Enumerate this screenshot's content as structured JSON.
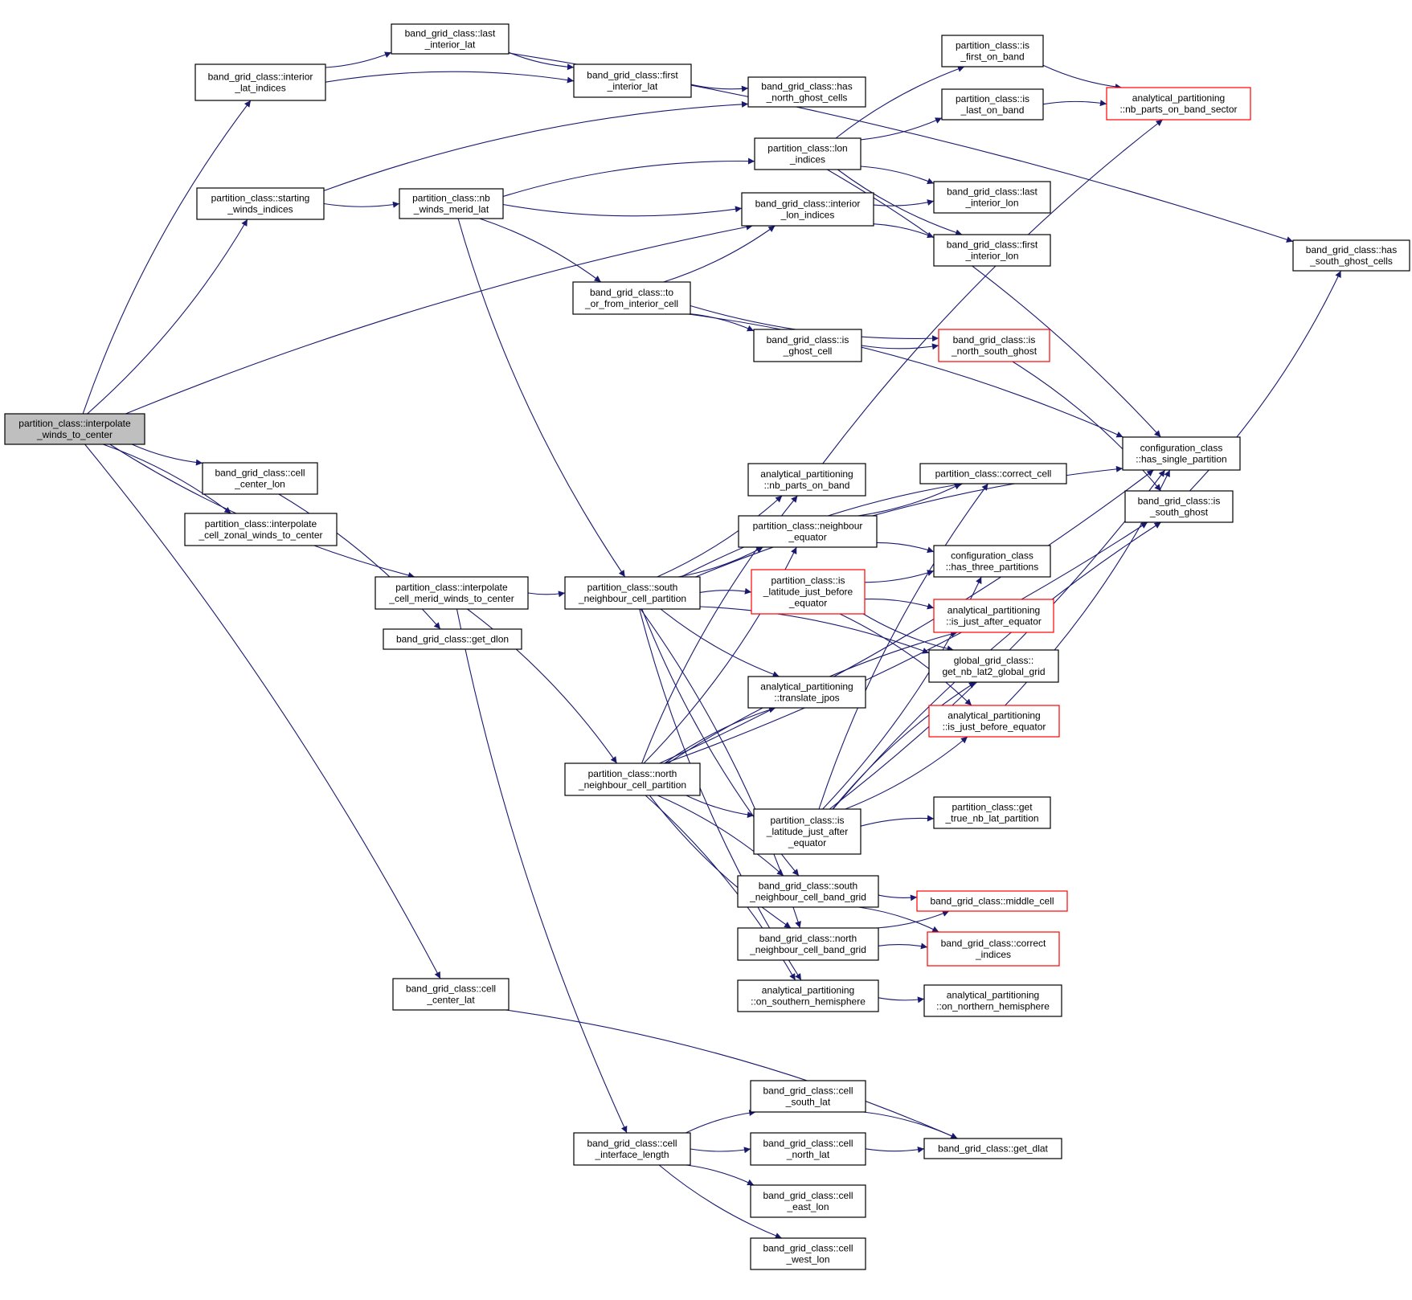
{
  "graph": {
    "root": "interpolate_winds_to_center",
    "nodes": [
      {
        "id": "interpolate_winds_to_center",
        "lines": [
          "partition_class::interpolate",
          "_winds_to_center"
        ],
        "style": "root"
      },
      {
        "id": "interior_lat_indices",
        "lines": [
          "band_grid_class::interior",
          "_lat_indices"
        ]
      },
      {
        "id": "last_interior_lat",
        "lines": [
          "band_grid_class::last",
          "_interior_lat"
        ]
      },
      {
        "id": "first_interior_lat",
        "lines": [
          "band_grid_class::first",
          "_interior_lat"
        ]
      },
      {
        "id": "has_north_ghost_cells",
        "lines": [
          "band_grid_class::has",
          "_north_ghost_cells"
        ]
      },
      {
        "id": "is_first_on_band",
        "lines": [
          "partition_class::is",
          "_first_on_band"
        ]
      },
      {
        "id": "is_last_on_band",
        "lines": [
          "partition_class::is",
          "_last_on_band"
        ]
      },
      {
        "id": "nb_parts_on_band_sector",
        "lines": [
          "analytical_partitioning",
          "::nb_parts_on_band_sector"
        ],
        "style": "truncated"
      },
      {
        "id": "starting_winds_indices",
        "lines": [
          "partition_class::starting",
          "_winds_indices"
        ]
      },
      {
        "id": "nb_winds_merid_lat",
        "lines": [
          "partition_class::nb",
          "_winds_merid_lat"
        ]
      },
      {
        "id": "lon_indices",
        "lines": [
          "partition_class::lon",
          "_indices"
        ]
      },
      {
        "id": "interior_lon_indices",
        "lines": [
          "band_grid_class::interior",
          "_lon_indices"
        ]
      },
      {
        "id": "last_interior_lon",
        "lines": [
          "band_grid_class::last",
          "_interior_lon"
        ]
      },
      {
        "id": "first_interior_lon",
        "lines": [
          "band_grid_class::first",
          "_interior_lon"
        ]
      },
      {
        "id": "has_south_ghost_cells",
        "lines": [
          "band_grid_class::has",
          "_south_ghost_cells"
        ]
      },
      {
        "id": "to_or_from_interior_cell",
        "lines": [
          "band_grid_class::to",
          "_or_from_interior_cell"
        ]
      },
      {
        "id": "is_ghost_cell",
        "lines": [
          "band_grid_class::is",
          "_ghost_cell"
        ]
      },
      {
        "id": "is_north_south_ghost",
        "lines": [
          "band_grid_class::is",
          "_north_south_ghost"
        ],
        "style": "truncated"
      },
      {
        "id": "has_single_partition",
        "lines": [
          "configuration_class",
          "::has_single_partition"
        ]
      },
      {
        "id": "is_south_ghost",
        "lines": [
          "band_grid_class::is",
          "_south_ghost"
        ]
      },
      {
        "id": "cell_center_lon",
        "lines": [
          "band_grid_class::cell",
          "_center_lon"
        ]
      },
      {
        "id": "interpolate_cell_zonal",
        "lines": [
          "partition_class::interpolate",
          "_cell_zonal_winds_to_center"
        ]
      },
      {
        "id": "nb_parts_on_band",
        "lines": [
          "analytical_partitioning",
          "::nb_parts_on_band"
        ]
      },
      {
        "id": "correct_cell",
        "lines": [
          "partition_class::correct_cell"
        ]
      },
      {
        "id": "neighbour_equator",
        "lines": [
          "partition_class::neighbour",
          "_equator"
        ]
      },
      {
        "id": "has_three_partitions",
        "lines": [
          "configuration_class",
          "::has_three_partitions"
        ]
      },
      {
        "id": "interpolate_cell_merid",
        "lines": [
          "partition_class::interpolate",
          "_cell_merid_winds_to_center"
        ]
      },
      {
        "id": "south_neighbour_cell_partition",
        "lines": [
          "partition_class::south",
          "_neighbour_cell_partition"
        ]
      },
      {
        "id": "is_latitude_just_before_equator",
        "lines": [
          "partition_class::is",
          "_latitude_just_before",
          "_equator"
        ],
        "style": "truncated"
      },
      {
        "id": "is_just_after_equator",
        "lines": [
          "analytical_partitioning",
          "::is_just_after_equator"
        ],
        "style": "truncated"
      },
      {
        "id": "get_dlon",
        "lines": [
          "band_grid_class::get_dlon"
        ]
      },
      {
        "id": "get_nb_lat2_global_grid",
        "lines": [
          "global_grid_class::",
          "get_nb_lat2_global_grid"
        ]
      },
      {
        "id": "translate_jpos",
        "lines": [
          "analytical_partitioning",
          "::translate_jpos"
        ]
      },
      {
        "id": "is_just_before_equator",
        "lines": [
          "analytical_partitioning",
          "::is_just_before_equator"
        ],
        "style": "truncated"
      },
      {
        "id": "north_neighbour_cell_partition",
        "lines": [
          "partition_class::north",
          "_neighbour_cell_partition"
        ]
      },
      {
        "id": "is_latitude_just_after_equator",
        "lines": [
          "partition_class::is",
          "_latitude_just_after",
          "_equator"
        ]
      },
      {
        "id": "get_true_nb_lat_partition",
        "lines": [
          "partition_class::get",
          "_true_nb_lat_partition"
        ]
      },
      {
        "id": "south_neighbour_cell_band_grid",
        "lines": [
          "band_grid_class::south",
          "_neighbour_cell_band_grid"
        ]
      },
      {
        "id": "middle_cell",
        "lines": [
          "band_grid_class::middle_cell"
        ],
        "style": "truncated"
      },
      {
        "id": "north_neighbour_cell_band_grid",
        "lines": [
          "band_grid_class::north",
          "_neighbour_cell_band_grid"
        ]
      },
      {
        "id": "correct_indices",
        "lines": [
          "band_grid_class::correct",
          "_indices"
        ],
        "style": "truncated"
      },
      {
        "id": "on_southern_hemisphere",
        "lines": [
          "analytical_partitioning",
          "::on_southern_hemisphere"
        ]
      },
      {
        "id": "on_northern_hemisphere",
        "lines": [
          "analytical_partitioning",
          "::on_northern_hemisphere"
        ]
      },
      {
        "id": "cell_center_lat",
        "lines": [
          "band_grid_class::cell",
          "_center_lat"
        ]
      },
      {
        "id": "cell_south_lat",
        "lines": [
          "band_grid_class::cell",
          "_south_lat"
        ]
      },
      {
        "id": "cell_interface_length",
        "lines": [
          "band_grid_class::cell",
          "_interface_length"
        ]
      },
      {
        "id": "cell_north_lat",
        "lines": [
          "band_grid_class::cell",
          "_north_lat"
        ]
      },
      {
        "id": "get_dlat",
        "lines": [
          "band_grid_class::get_dlat"
        ]
      },
      {
        "id": "cell_east_lon",
        "lines": [
          "band_grid_class::cell",
          "_east_lon"
        ]
      },
      {
        "id": "cell_west_lon",
        "lines": [
          "band_grid_class::cell",
          "_west_lon"
        ]
      }
    ],
    "edges": [
      [
        "interpolate_winds_to_center",
        "interior_lat_indices"
      ],
      [
        "interpolate_winds_to_center",
        "starting_winds_indices"
      ],
      [
        "interpolate_winds_to_center",
        "interior_lon_indices"
      ],
      [
        "interpolate_winds_to_center",
        "cell_center_lon"
      ],
      [
        "interpolate_winds_to_center",
        "interpolate_cell_zonal"
      ],
      [
        "interpolate_winds_to_center",
        "interpolate_cell_merid"
      ],
      [
        "interpolate_winds_to_center",
        "cell_center_lat"
      ],
      [
        "interior_lat_indices",
        "last_interior_lat"
      ],
      [
        "interior_lat_indices",
        "first_interior_lat"
      ],
      [
        "last_interior_lat",
        "first_interior_lat"
      ],
      [
        "last_interior_lat",
        "has_south_ghost_cells"
      ],
      [
        "first_interior_lat",
        "has_north_ghost_cells"
      ],
      [
        "starting_winds_indices",
        "has_north_ghost_cells"
      ],
      [
        "starting_winds_indices",
        "nb_winds_merid_lat"
      ],
      [
        "nb_winds_merid_lat",
        "lon_indices"
      ],
      [
        "nb_winds_merid_lat",
        "interior_lon_indices"
      ],
      [
        "nb_winds_merid_lat",
        "to_or_from_interior_cell"
      ],
      [
        "nb_winds_merid_lat",
        "south_neighbour_cell_partition"
      ],
      [
        "lon_indices",
        "is_first_on_band"
      ],
      [
        "lon_indices",
        "is_last_on_band"
      ],
      [
        "lon_indices",
        "last_interior_lon"
      ],
      [
        "lon_indices",
        "first_interior_lon"
      ],
      [
        "lon_indices",
        "has_single_partition"
      ],
      [
        "is_first_on_band",
        "nb_parts_on_band_sector"
      ],
      [
        "is_last_on_band",
        "nb_parts_on_band_sector"
      ],
      [
        "interior_lon_indices",
        "last_interior_lon"
      ],
      [
        "interior_lon_indices",
        "first_interior_lon"
      ],
      [
        "to_or_from_interior_cell",
        "interior_lon_indices"
      ],
      [
        "to_or_from_interior_cell",
        "is_ghost_cell"
      ],
      [
        "to_or_from_interior_cell",
        "is_north_south_ghost"
      ],
      [
        "to_or_from_interior_cell",
        "has_single_partition"
      ],
      [
        "is_ghost_cell",
        "is_north_south_ghost"
      ],
      [
        "is_north_south_ghost",
        "is_south_ghost"
      ],
      [
        "is_south_ghost",
        "has_south_ghost_cells"
      ],
      [
        "cell_center_lon",
        "get_dlon"
      ],
      [
        "interpolate_cell_merid",
        "south_neighbour_cell_partition"
      ],
      [
        "interpolate_cell_merid",
        "north_neighbour_cell_partition"
      ],
      [
        "interpolate_cell_merid",
        "cell_interface_length"
      ],
      [
        "south_neighbour_cell_partition",
        "has_single_partition"
      ],
      [
        "south_neighbour_cell_partition",
        "nb_parts_on_band"
      ],
      [
        "south_neighbour_cell_partition",
        "correct_cell"
      ],
      [
        "south_neighbour_cell_partition",
        "neighbour_equator"
      ],
      [
        "south_neighbour_cell_partition",
        "is_latitude_just_before_equator"
      ],
      [
        "south_neighbour_cell_partition",
        "translate_jpos"
      ],
      [
        "south_neighbour_cell_partition",
        "get_nb_lat2_global_grid"
      ],
      [
        "south_neighbour_cell_partition",
        "south_neighbour_cell_band_grid"
      ],
      [
        "south_neighbour_cell_partition",
        "north_neighbour_cell_band_grid"
      ],
      [
        "south_neighbour_cell_partition",
        "on_southern_hemisphere"
      ],
      [
        "nb_parts_on_band",
        "nb_parts_on_band_sector"
      ],
      [
        "neighbour_equator",
        "correct_cell"
      ],
      [
        "neighbour_equator",
        "has_three_partitions"
      ],
      [
        "is_latitude_just_before_equator",
        "has_three_partitions"
      ],
      [
        "is_latitude_just_before_equator",
        "is_just_after_equator"
      ],
      [
        "is_latitude_just_before_equator",
        "get_nb_lat2_global_grid"
      ],
      [
        "is_latitude_just_before_equator",
        "is_just_before_equator"
      ],
      [
        "is_just_before_equator",
        "has_single_partition"
      ],
      [
        "north_neighbour_cell_partition",
        "nb_parts_on_band"
      ],
      [
        "north_neighbour_cell_partition",
        "neighbour_equator"
      ],
      [
        "north_neighbour_cell_partition",
        "translate_jpos"
      ],
      [
        "north_neighbour_cell_partition",
        "has_single_partition"
      ],
      [
        "north_neighbour_cell_partition",
        "is_just_after_equator"
      ],
      [
        "north_neighbour_cell_partition",
        "is_latitude_just_after_equator"
      ],
      [
        "north_neighbour_cell_partition",
        "south_neighbour_cell_band_grid"
      ],
      [
        "north_neighbour_cell_partition",
        "north_neighbour_cell_band_grid"
      ],
      [
        "north_neighbour_cell_partition",
        "on_southern_hemisphere"
      ],
      [
        "north_neighbour_cell_partition",
        "is_south_ghost"
      ],
      [
        "is_latitude_just_after_equator",
        "correct_cell"
      ],
      [
        "is_latitude_just_after_equator",
        "has_three_partitions"
      ],
      [
        "is_latitude_just_after_equator",
        "get_nb_lat2_global_grid"
      ],
      [
        "is_latitude_just_after_equator",
        "is_just_before_equator"
      ],
      [
        "is_latitude_just_after_equator",
        "get_true_nb_lat_partition"
      ],
      [
        "is_latitude_just_after_equator",
        "has_single_partition"
      ],
      [
        "is_latitude_just_after_equator",
        "is_south_ghost"
      ],
      [
        "south_neighbour_cell_band_grid",
        "middle_cell"
      ],
      [
        "south_neighbour_cell_band_grid",
        "correct_indices"
      ],
      [
        "north_neighbour_cell_band_grid",
        "middle_cell"
      ],
      [
        "north_neighbour_cell_band_grid",
        "correct_indices"
      ],
      [
        "on_southern_hemisphere",
        "on_northern_hemisphere"
      ],
      [
        "cell_interface_length",
        "cell_south_lat"
      ],
      [
        "cell_interface_length",
        "cell_north_lat"
      ],
      [
        "cell_interface_length",
        "cell_east_lon"
      ],
      [
        "cell_interface_length",
        "cell_west_lon"
      ],
      [
        "cell_south_lat",
        "get_dlat"
      ],
      [
        "cell_north_lat",
        "get_dlat"
      ],
      [
        "cell_center_lat",
        "get_dlat"
      ]
    ]
  }
}
